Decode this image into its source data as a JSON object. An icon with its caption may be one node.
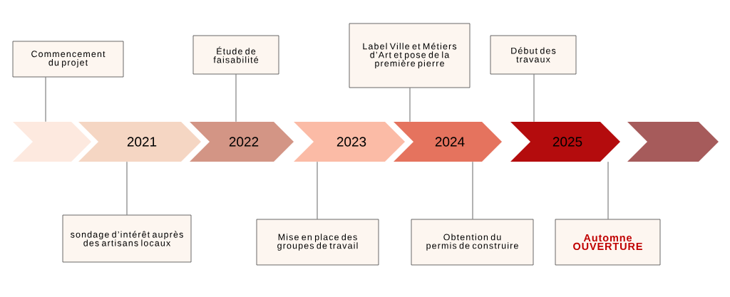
{
  "diagram": {
    "nodes": [
      {
        "text": [],
        "shape": "chevron"
      },
      {
        "text": [
          "2021"
        ]
      },
      {
        "text": [
          "2022"
        ]
      },
      {
        "text": [
          "2023"
        ]
      },
      {
        "text": [
          "2024"
        ]
      },
      {
        "text": [
          "2025"
        ]
      },
      {
        "text": [],
        "shape": "chevron"
      },
      {
        "text": [
          "Commencement du projet"
        ]
      },
      {
        "text": [
          "Étude de faisabilité"
        ]
      },
      {
        "text": [
          "Label Ville et Métiers d’Art et pose de la première pierre"
        ]
      },
      {
        "text": [
          "Début des travaux"
        ]
      },
      {
        "text": [
          "sondage d’intérêt auprès des artisans locaux"
        ]
      },
      {
        "text": [
          "Mise en place des groupes de travail"
        ]
      },
      {
        "text": [
          "Obtention du permis de construire"
        ]
      },
      {
        "text": [
          "Automne OUVERTURE"
        ]
      }
    ],
    "edges": [
      {
        "from": 7,
        "to": 0,
        "arrow": "none"
      },
      {
        "from": 8,
        "to": 2,
        "arrow": "none"
      },
      {
        "from": 9,
        "to": 4,
        "arrow": "none"
      },
      {
        "from": 10,
        "to": 5,
        "arrow": "none"
      },
      {
        "from": 11,
        "to": 1,
        "arrow": "none"
      },
      {
        "from": 12,
        "to": 3,
        "arrow": "none"
      },
      {
        "from": 13,
        "to": 4,
        "arrow": "none"
      },
      {
        "from": 14,
        "to": 5,
        "arrow": "none"
      }
    ]
  }
}
